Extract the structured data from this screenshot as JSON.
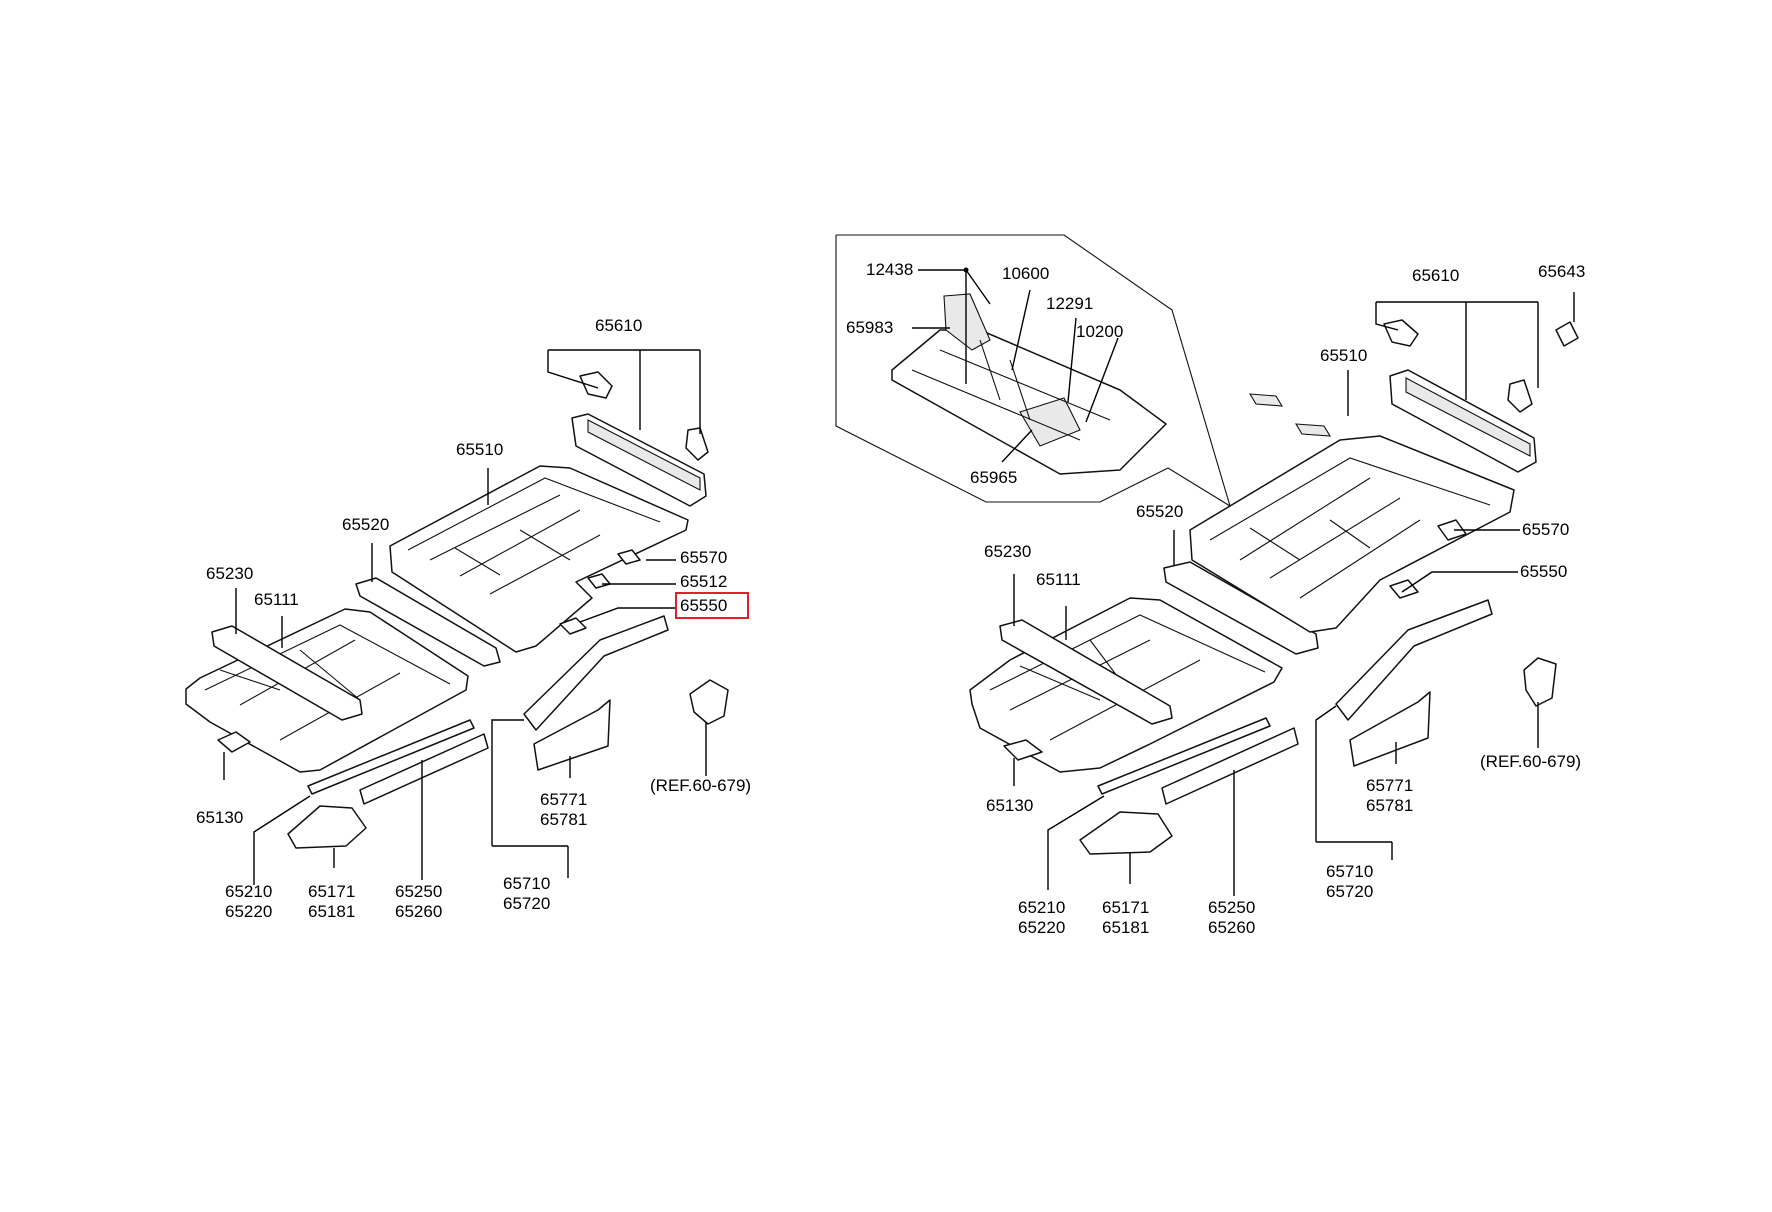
{
  "diagram": {
    "highlight_color": "#e0202a",
    "left": {
      "labels": {
        "p65610": "65610",
        "p65510": "65510",
        "p65520": "65520",
        "p65570": "65570",
        "p65512": "65512",
        "p65550": "65550",
        "p65230": "65230",
        "p65111": "65111",
        "p65130": "65130",
        "ref": "(REF.60-679)"
      },
      "stacks": {
        "s771": [
          "65771",
          "65781"
        ],
        "s710": [
          "65710",
          "65720"
        ],
        "s210": [
          "65210",
          "65220"
        ],
        "s171": [
          "65171",
          "65181"
        ],
        "s250": [
          "65250",
          "65260"
        ]
      }
    },
    "right": {
      "labels": {
        "p12438": "12438",
        "p10600": "10600",
        "p12291": "12291",
        "p10200": "10200",
        "p65983": "65983",
        "p65965": "65965",
        "p65610": "65610",
        "p65643": "65643",
        "p65510": "65510",
        "p65520": "65520",
        "p65570": "65570",
        "p65550": "65550",
        "p65230": "65230",
        "p65111": "65111",
        "p65130": "65130",
        "ref": "(REF.60-679)"
      },
      "stacks": {
        "s771": [
          "65771",
          "65781"
        ],
        "s710": [
          "65710",
          "65720"
        ],
        "s210": [
          "65210",
          "65220"
        ],
        "s171": [
          "65171",
          "65181"
        ],
        "s250": [
          "65250",
          "65260"
        ]
      }
    }
  }
}
